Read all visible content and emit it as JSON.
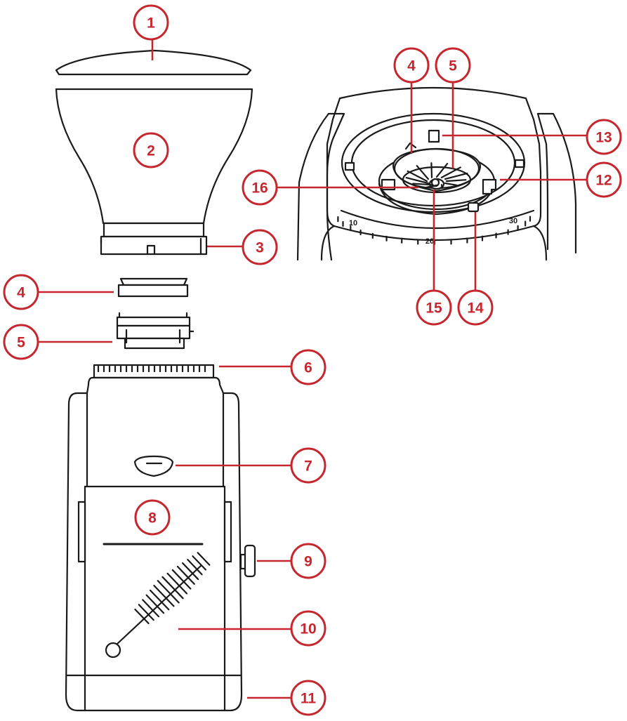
{
  "colors": {
    "callout": "#c6262e",
    "outline": "#1a1a1a",
    "background": "#ffffff"
  },
  "callouts": [
    {
      "id": "1",
      "label": "1"
    },
    {
      "id": "2",
      "label": "2"
    },
    {
      "id": "3",
      "label": "3"
    },
    {
      "id": "4",
      "label": "4"
    },
    {
      "id": "5",
      "label": "5"
    },
    {
      "id": "6",
      "label": "6"
    },
    {
      "id": "7",
      "label": "7"
    },
    {
      "id": "8",
      "label": "8"
    },
    {
      "id": "9",
      "label": "9"
    },
    {
      "id": "10",
      "label": "10"
    },
    {
      "id": "11",
      "label": "11"
    },
    {
      "id": "4b",
      "label": "4"
    },
    {
      "id": "5b",
      "label": "5"
    },
    {
      "id": "12",
      "label": "12"
    },
    {
      "id": "13",
      "label": "13"
    },
    {
      "id": "14",
      "label": "14"
    },
    {
      "id": "15",
      "label": "15"
    },
    {
      "id": "16",
      "label": "16"
    }
  ],
  "grind_scale": {
    "labels": [
      "10",
      "20",
      "30"
    ]
  }
}
